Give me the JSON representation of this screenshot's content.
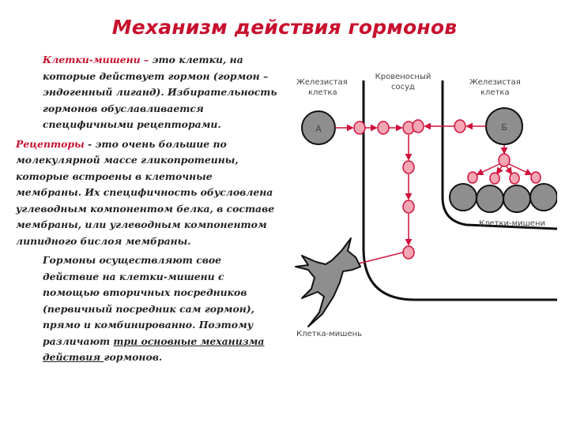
{
  "title": "Механизм действия гормонов",
  "text": {
    "p1_term": "Клетки-мишени –",
    "p1_rest": " это клетки, на которые действует гормон (гормон – эндогенный лиганд). Избирательность гормонов обуславливается специфичными рецепторами.",
    "p2_term": "Рецепторы",
    "p2_rest": " - это очень большие по молекулярной массе гликопротеины, которые встроены в клеточные мембраны. Их специфичность обусловлена углеводным компонентом белка, в составе мембраны, или углеводным компонентом липидного бислоя мембраны.",
    "p3_start": "Гормоны осуществляют свое действие на клетки-мишени с помощью вторичных посредников (первичный посредник сам гормон), прямо и комбинированно. Поэтому различают ",
    "p3_link": "три основные механизма действия ",
    "p3_end": "гормонов."
  },
  "diagram": {
    "gland_left_line1": "Железистая",
    "gland_left_line2": "клетка",
    "vessel_line1": "Кровеносный",
    "vessel_line2": "сосуд",
    "gland_right_line1": "Железистая",
    "gland_right_line2": "клетка",
    "cell_a": "А",
    "cell_b": "Б",
    "targets_label": "Клетки-мишени",
    "neuron_label": "Клетка-мишень"
  },
  "colors": {
    "title": "#c8102e",
    "accent": "#c8102e",
    "hormone_fill": "#f4a6b4",
    "cell_fill": "#8e8e8e",
    "arrow": "#d0103a"
  }
}
